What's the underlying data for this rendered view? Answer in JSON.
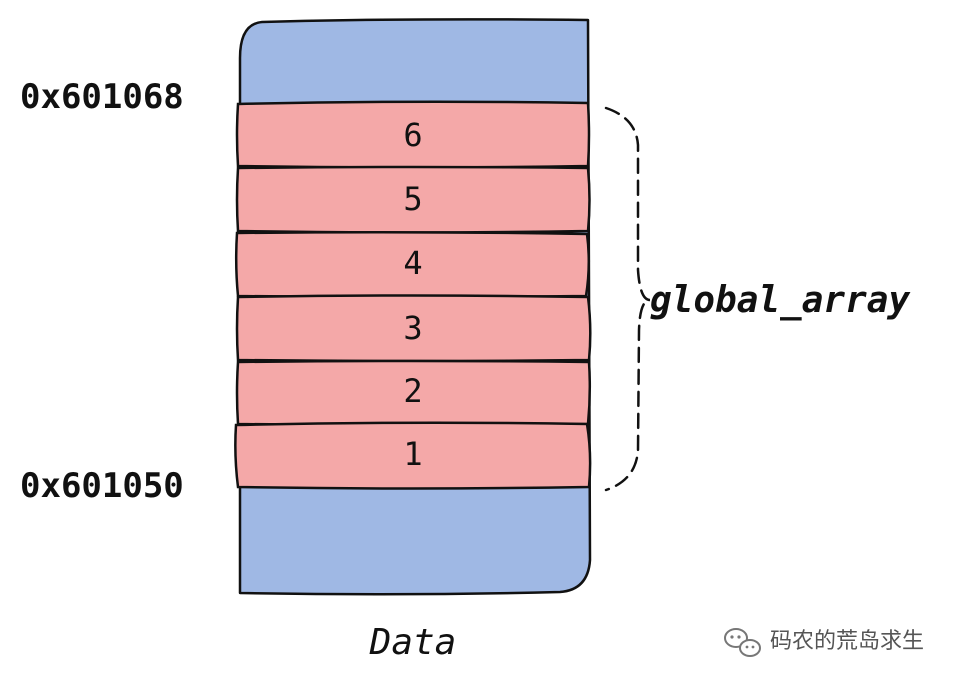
{
  "segment": {
    "caption": "Data",
    "fill_color": "#9fb8e4",
    "stroke_color": "#111111"
  },
  "array": {
    "label": "global_array",
    "fill_color": "#f4a8a8",
    "elements": [
      "6",
      "5",
      "4",
      "3",
      "2",
      "1"
    ]
  },
  "addresses": {
    "top": "0x601068",
    "bottom": "0x601050"
  },
  "watermark": {
    "icon": "wechat-icon",
    "text": "码农的荒岛求生"
  }
}
